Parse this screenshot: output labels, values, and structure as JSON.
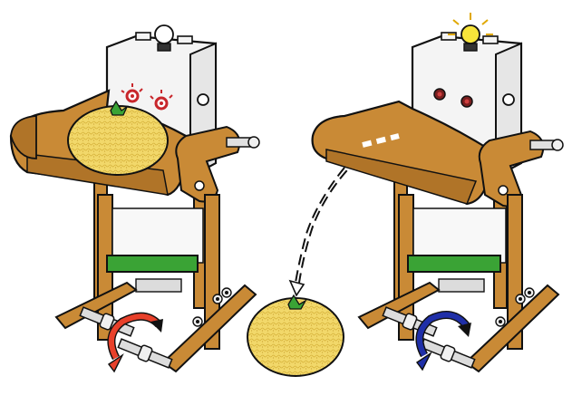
{
  "scenes": [
    {
      "id": "left",
      "lamp": "off",
      "led_state": "blinking",
      "fruit_on_tray": true,
      "rotation": "clockwise",
      "arrow_color": "#e8402a"
    },
    {
      "id": "right",
      "lamp": "on",
      "led_state": "off",
      "fruit_on_tray": false,
      "rotation": "counterclockwise",
      "arrow_color": "#1f2fa8"
    }
  ],
  "colors": {
    "wood": "#c98a36",
    "wood_dark": "#8a5a1c",
    "panel": "#f4f4f4",
    "outline": "#111111",
    "fruit": "#f2d86a",
    "fruit_texture": "#d8b43c",
    "stem": "#3aa335",
    "led_red": "#c8262b",
    "lamp_on": "#f7e43a"
  },
  "icons": [
    "light-bulb-icon",
    "rotation-arrow-icon",
    "fall-path-arrow-icon",
    "fruit-icon"
  ]
}
